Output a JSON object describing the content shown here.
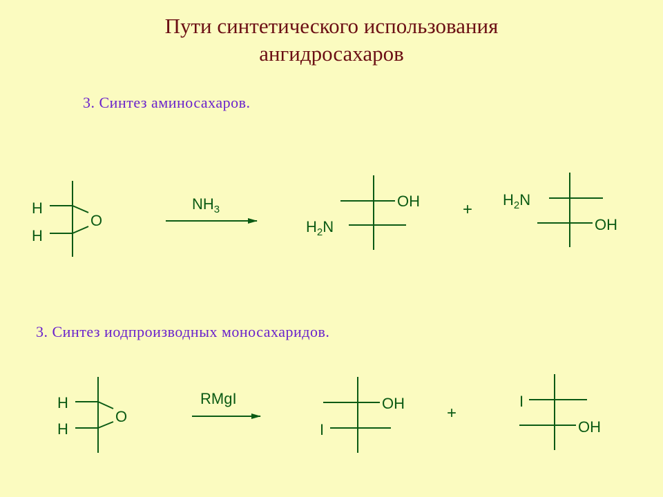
{
  "title": {
    "line1": "Пути синтетического использования",
    "line2": "ангидросахаров"
  },
  "section1": {
    "heading": "3. Синтез аминосахаров.",
    "reagent": "NH3",
    "plus": "+",
    "colors": {
      "structure": "#0b5a14",
      "heading": "#6a22cc",
      "title": "#6b0f14",
      "background": "#fbfbc0"
    }
  },
  "section2": {
    "heading": "3. Синтез иодпроизводных моносахаридов.",
    "reagent": "RMgI",
    "plus": "+"
  }
}
